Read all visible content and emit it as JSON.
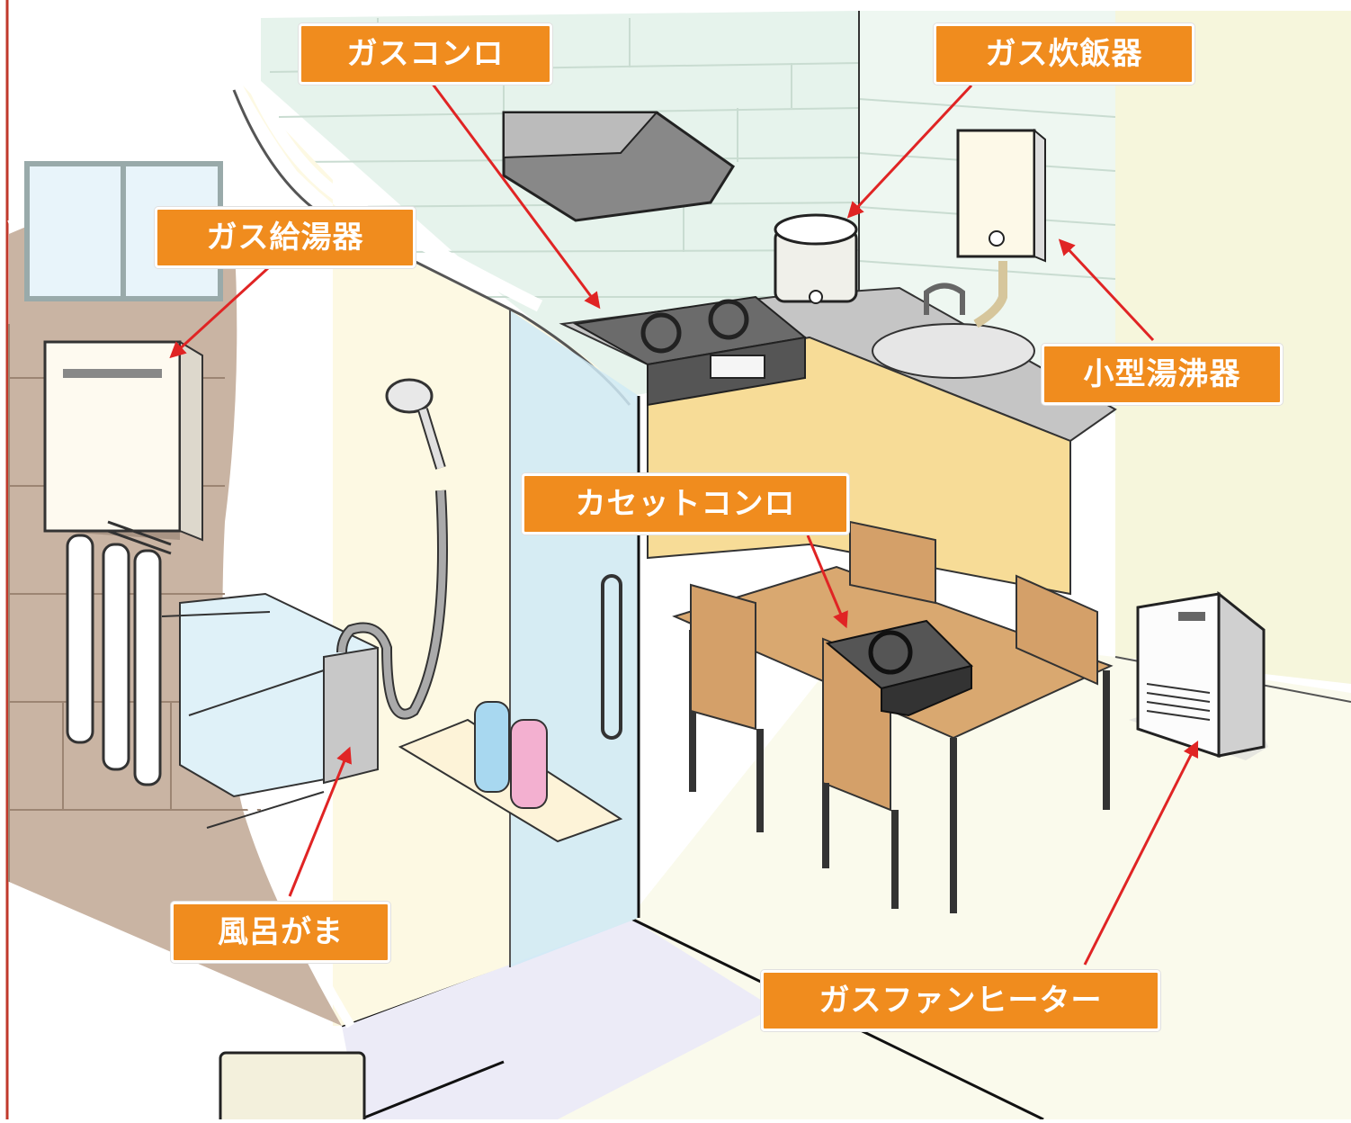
{
  "colors": {
    "label_bg": "#f08c1e",
    "label_text": "#ffffff",
    "arrow": "#e02424",
    "wall_outer": "#c9b4a3",
    "wall_inner": "#fdf9e3",
    "tile": "#e6f3ec",
    "cabinet": "#f7dc97",
    "chair": "#d4a069",
    "border": "#c0392b"
  },
  "labels": {
    "gas_stove": "ガスコンロ",
    "gas_rice_cooker": "ガス炊飯器",
    "gas_water_heater": "ガス給湯器",
    "small_water_heater": "小型湯沸器",
    "cassette_stove": "カセットコンロ",
    "bath_boiler": "風呂がま",
    "gas_fan_heater": "ガスファンヒーター"
  }
}
